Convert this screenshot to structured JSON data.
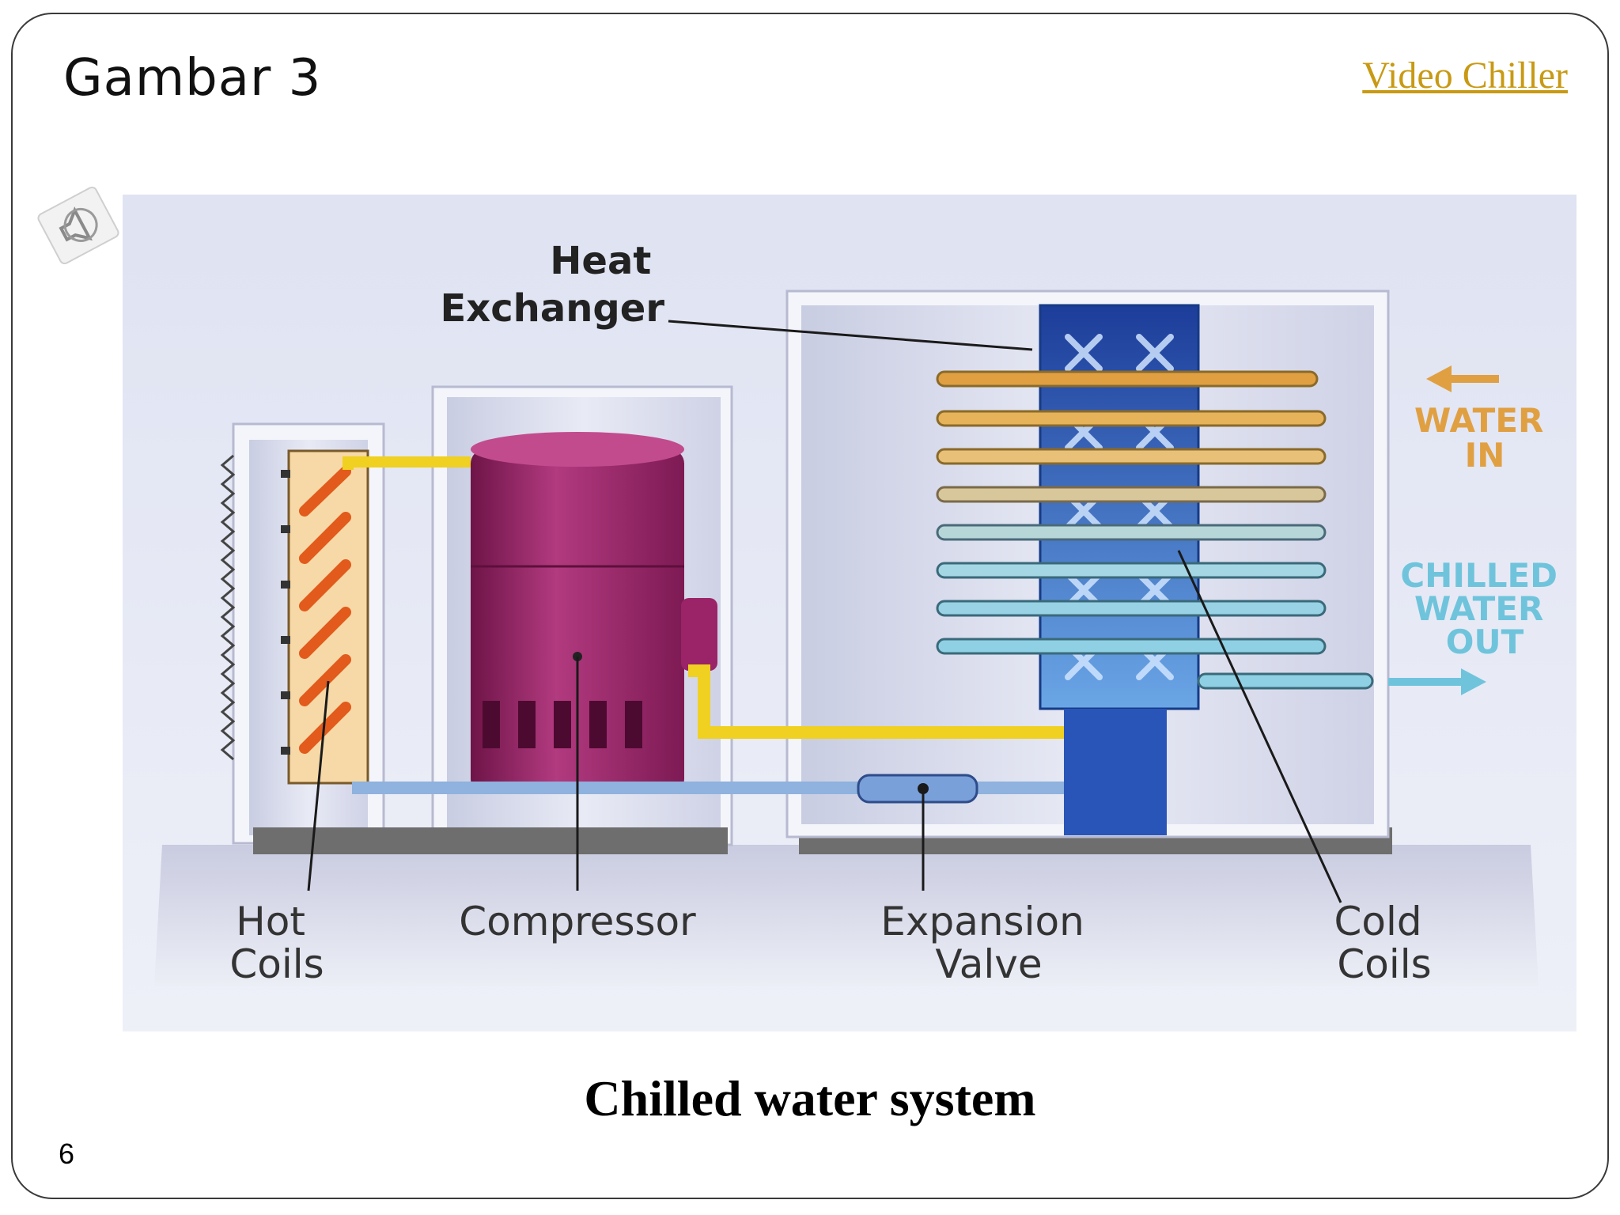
{
  "slide": {
    "title": "Gambar 3",
    "link_text": "Video Chiller",
    "caption": "Chilled water system",
    "page_number": "6"
  },
  "diagram": {
    "labels": {
      "heat_exchanger": [
        "Heat",
        "Exchanger"
      ],
      "water_in": [
        "WATER",
        "IN"
      ],
      "chilled_water_out": [
        "CHILLED",
        "WATER",
        "OUT"
      ],
      "hot_coils": [
        "Hot",
        "Coils"
      ],
      "compressor": [
        "Compressor"
      ],
      "expansion_valve": [
        "Expansion",
        "Valve"
      ],
      "cold_coils": [
        "Cold",
        "Coils"
      ]
    }
  },
  "icons": {
    "sound": "speaker-sound-icon",
    "arrow_in": "arrow-left-icon",
    "arrow_out": "arrow-right-icon"
  },
  "colors": {
    "link": "#c89a14",
    "water_in": "#e0a042",
    "chilled_water": "#6fc4dc",
    "compressor": "#9a2467",
    "hot_coil": "#f06b2c",
    "refrigerant_hot": "#f0d020",
    "refrigerant_cold": "#8fb2de",
    "heat_exchanger": "#2a55b8"
  }
}
